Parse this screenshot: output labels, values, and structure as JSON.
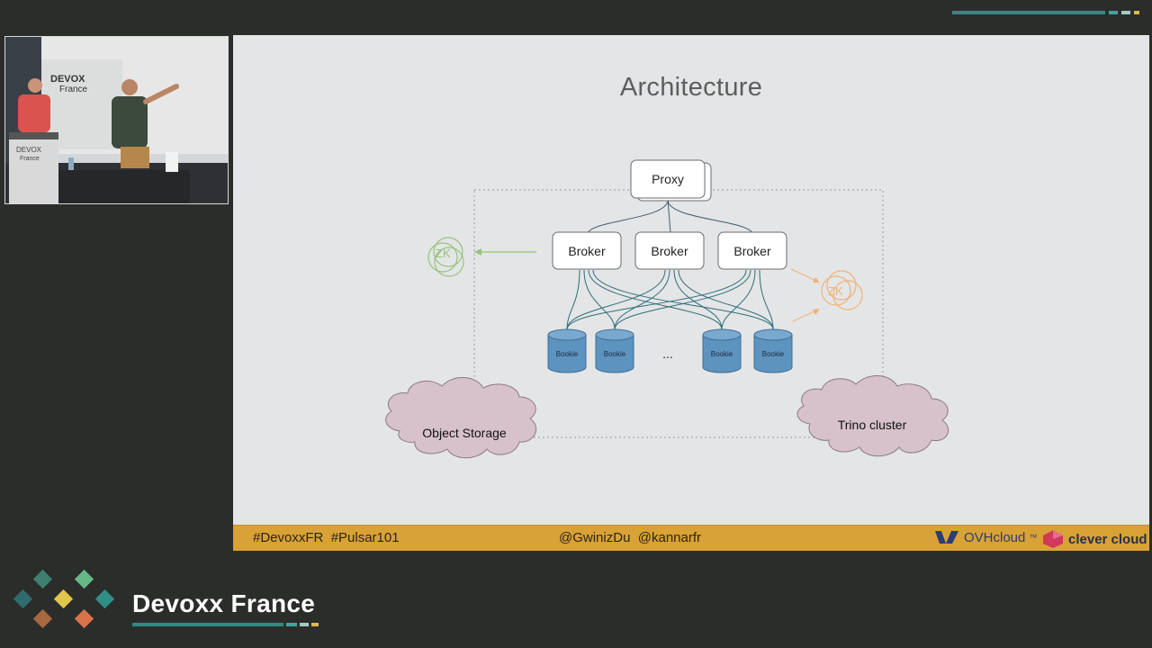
{
  "slide": {
    "title": "Architecture",
    "proxy_label": "Proxy",
    "broker_labels": [
      "Broker",
      "Broker",
      "Broker"
    ],
    "bookie_labels": [
      "Bookie",
      "Bookie",
      "Bookie",
      "Bookie"
    ],
    "ellipsis": "...",
    "zk_label": "ZK",
    "object_storage_label": "Object Storage",
    "trino_label": "Trino cluster"
  },
  "footer": {
    "hashtags": "#DevoxxFR  #Pulsar101",
    "handles": "@GwinizDu  @kannarfr",
    "sponsor_ovh": "OVHcloud",
    "sponsor_ovh_tm": "™",
    "sponsor_cc": "clever cloud"
  },
  "video_frame": {
    "backdrop_line1": "DEVOX",
    "backdrop_line2": "France",
    "lectern_line1": "DEVOX",
    "lectern_line2": "France"
  },
  "conference": {
    "name": "Devoxx France"
  },
  "colors": {
    "background": "#2b2d2b",
    "slide": "#e4e5e6",
    "footer_band": "#d9a236",
    "bookie_blue": "#5d93bf",
    "zk_green": "#93c47d",
    "zk_orange": "#f0b27a",
    "cloud": "#d7c1ca",
    "teal": "#2e8b84"
  }
}
